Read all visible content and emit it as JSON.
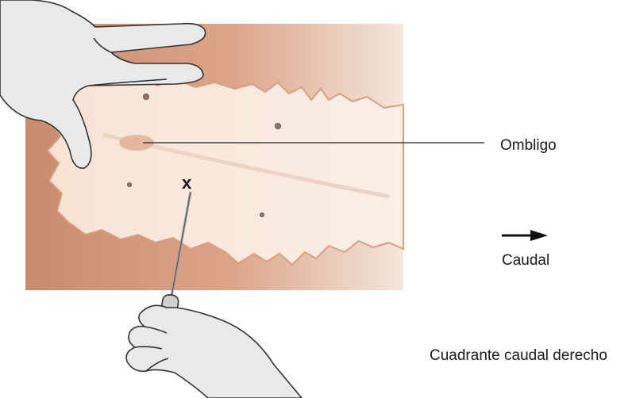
{
  "labels": {
    "umbilicus": "Ombligo",
    "direction": "Caudal",
    "quadrant": "Cuadrante caudal derecho",
    "puncture_mark": "x"
  },
  "colors": {
    "skin_dark": "#c98a6e",
    "skin_mid": "#e2b49b",
    "shaved_area": "#f6e4d6",
    "glove": "#e9e9e9",
    "outline": "#333333"
  }
}
